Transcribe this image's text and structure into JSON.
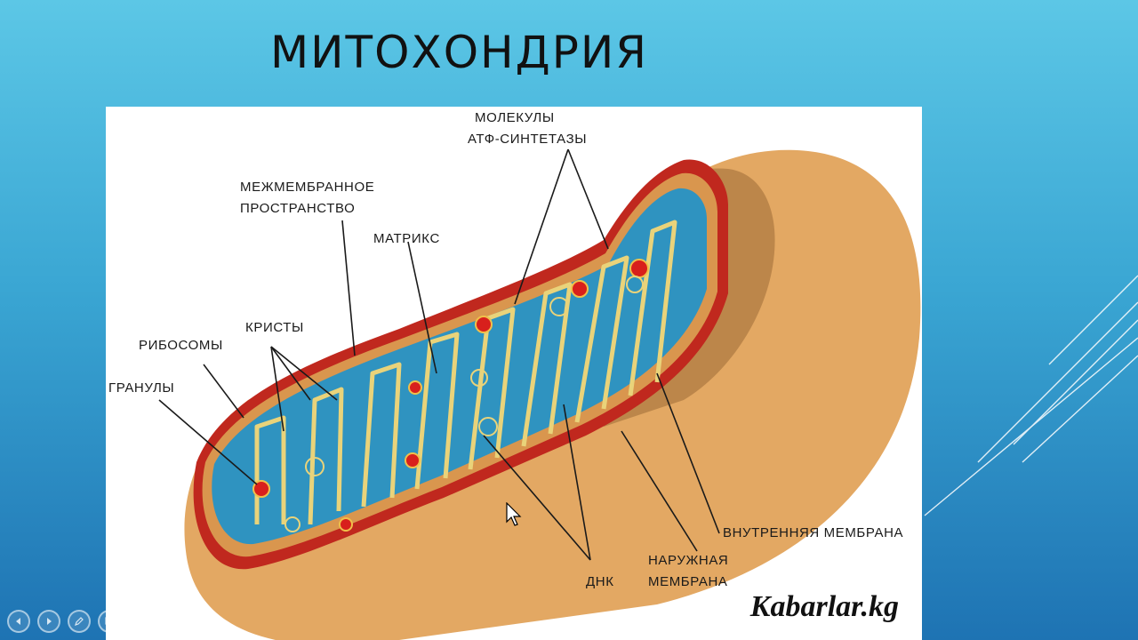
{
  "slide": {
    "title": "МИТОХОНДРИЯ"
  },
  "diagram": {
    "labels": {
      "atp_synthase": [
        "МОЛЕКУЛЫ",
        "АТФ-СИНТЕТАЗЫ"
      ],
      "intermembrane_space": [
        "МЕЖМЕМБРАННОЕ",
        "ПРОСТРАНСТВО"
      ],
      "matrix": "МАТРИКС",
      "cristae": "КРИСТЫ",
      "ribosomes": "РИБОСОМЫ",
      "granules": "ГРАНУЛЫ",
      "inner_membrane": "ВНУТРЕННЯЯ МЕМБРАНА",
      "outer_membrane": [
        "НАРУЖНАЯ",
        "МЕМБРАНА"
      ],
      "dna": "ДНК"
    },
    "watermark": "Kabarlar.kg",
    "colors": {
      "outer_body": "#e3a863",
      "outer_membrane": "#c0281e",
      "matrix": "#2f93c0",
      "inner_membrane": "#e9d37a",
      "ribosome": "#d8201c"
    }
  },
  "controls": {
    "icons": [
      "previous-icon",
      "next-icon",
      "pen-icon",
      "slides-icon",
      "zoom-icon",
      "more-icon"
    ]
  }
}
